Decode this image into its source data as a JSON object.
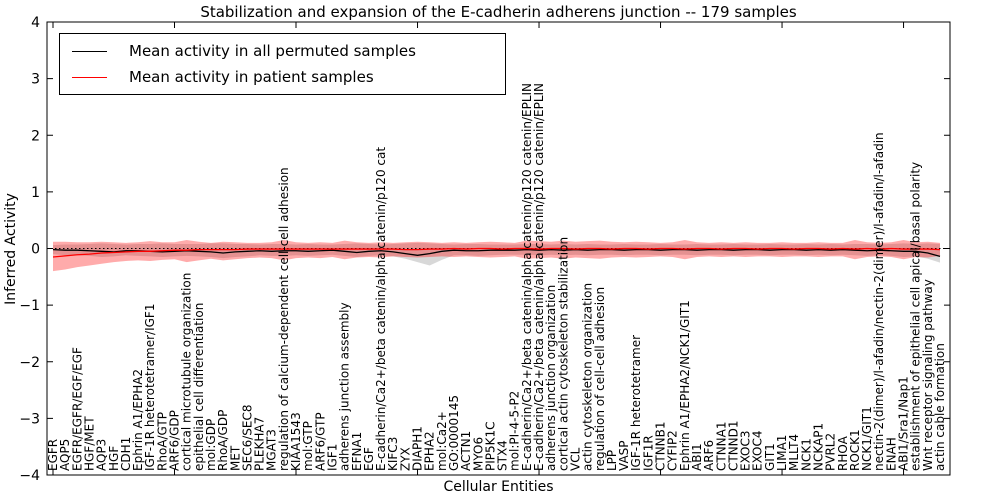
{
  "figure": {
    "title": "Stabilization and expansion of the E-cadherin adherens junction -- 179 samples",
    "xlabel": "Cellular Entities",
    "ylabel": "Inferred Activity"
  },
  "legend": {
    "items": [
      {
        "label": "Mean activity in all permuted samples",
        "color": "#000000"
      },
      {
        "label": "Mean activity in patient samples",
        "color": "#ff0000"
      }
    ]
  },
  "chart_data": {
    "type": "line",
    "title": "Stabilization and expansion of the E-cadherin adherens junction -- 179 samples",
    "xlabel": "Cellular Entities",
    "ylabel": "Inferred Activity",
    "ylim": [
      -4,
      4
    ],
    "yticks": [
      4,
      3,
      2,
      1,
      0,
      -1,
      -2,
      -3,
      -4
    ],
    "grid": false,
    "legend_position": "upper left",
    "zero_line_style": "dotted",
    "categories": [
      "EGFR",
      "AQP5",
      "EGFR/EGFR/EGF/EGF",
      "HGF/MET",
      "AQP3",
      "HGF",
      "CDH1",
      "Ephrin A1/EPHA2",
      "IGF-1R heterotetramer/IGF1",
      "RhoA/GTP",
      "ARF6/GDP",
      "cortical microtubule organization",
      "epithelial cell differentiation",
      "mol:GDP",
      "RhoA/GDP",
      "MET",
      "SEC6/SEC8",
      "PLEKHA7",
      "MGAT3",
      "regulation of calcium-dependent cell-cell adhesion",
      "KIAA1543",
      "mol:GTP",
      "ARF6/GTP",
      "IGF1",
      "adherens junction assembly",
      "EFNA1",
      "EGF",
      "E-cadherin/Ca2+/beta catenin/alpha catenin/p120 cat",
      "KIFC3",
      "ZYX",
      "DIAPH1",
      "EPHA2",
      "mol:Ca2+",
      "GO:0000145",
      "ACTN1",
      "MYO6",
      "PIP5K1C",
      "STX4",
      "mol:PI-4-5-P2",
      "E-cadherin/Ca2+/beta catenin/alpha catenin/p120 catenin/EPLIN",
      "E-cadherin/Ca2+/beta catenin/alpha catenin/p120 catenin/EPLIN",
      "adherens junction organization",
      "cortical actin cytoskeleton stabilization",
      "VCL",
      "actin cytoskeleton organization",
      "regulation of cell-cell adhesion",
      "LPP",
      "VASP",
      "IGF-1R heterotetramer",
      "IGF1R",
      "CTNNB1",
      "CYFIP2",
      "Ephrin A1/EPHA2/NCK1/GIT1",
      "ABI1",
      "ARF6",
      "CTNNA1",
      "CTNND1",
      "EXOC3",
      "EXOC4",
      "GIT1",
      "LIMA1",
      "MLLT4",
      "NCK1",
      "NCKAP1",
      "PVRL2",
      "RHOA",
      "ROCK1",
      "NCK1/GIT1",
      "nectin-2(dimer)/l-afadin/nectin-2(dimer)/l-afadin/l-afadin",
      "ENAH",
      "ABI1/Sra1/Nap1",
      "establishment of epithelial cell apical/basal polarity",
      "Wnt receptor signaling pathway",
      "actin cable formation"
    ],
    "series": [
      {
        "name": "Mean activity in all permuted samples",
        "color": "#000000",
        "values": [
          -0.02,
          -0.03,
          -0.03,
          -0.04,
          -0.05,
          -0.06,
          -0.04,
          -0.04,
          -0.05,
          -0.06,
          -0.05,
          -0.04,
          -0.05,
          -0.06,
          -0.08,
          -0.06,
          -0.05,
          -0.04,
          -0.05,
          -0.04,
          -0.04,
          -0.05,
          -0.04,
          -0.03,
          -0.05,
          -0.07,
          -0.05,
          -0.04,
          -0.06,
          -0.09,
          -0.12,
          -0.09,
          -0.05,
          -0.03,
          -0.04,
          -0.04,
          -0.03,
          -0.03,
          -0.03,
          -0.02,
          -0.03,
          -0.02,
          -0.03,
          -0.02,
          -0.03,
          -0.02,
          -0.02,
          -0.03,
          -0.02,
          -0.02,
          -0.03,
          -0.02,
          -0.02,
          -0.03,
          -0.02,
          -0.02,
          -0.03,
          -0.02,
          -0.02,
          -0.03,
          -0.02,
          -0.02,
          -0.03,
          -0.02,
          -0.03,
          -0.02,
          -0.03,
          -0.04,
          -0.03,
          -0.04,
          -0.05,
          -0.05,
          -0.08,
          -0.14
        ]
      },
      {
        "name": "Mean activity in patient samples",
        "color": "#ff0000",
        "values": [
          -0.15,
          -0.13,
          -0.11,
          -0.1,
          -0.08,
          -0.07,
          -0.06,
          -0.05,
          -0.05,
          -0.04,
          -0.03,
          -0.03,
          -0.02,
          -0.02,
          -0.02,
          -0.02,
          -0.01,
          -0.01,
          -0.01,
          -0.01,
          -0.01,
          -0.01,
          -0.01,
          -0.01,
          -0.01,
          -0.01,
          -0.01,
          -0.01,
          -0.01,
          -0.02,
          -0.02,
          -0.01,
          -0.01,
          0,
          -0.01,
          0,
          0,
          -0.01,
          0,
          0,
          -0.01,
          0,
          0,
          -0.01,
          0,
          0,
          -0.01,
          0,
          0,
          -0.01,
          0,
          0,
          -0.01,
          0,
          0,
          -0.01,
          0,
          0,
          -0.01,
          0,
          0,
          -0.01,
          0,
          0,
          -0.01,
          0,
          -0.01,
          0,
          -0.01,
          0,
          -0.01,
          -0.01,
          -0.01,
          -0.02
        ]
      }
    ],
    "bands": [
      {
        "name": "permuted samples std band",
        "color": "#999999",
        "opacity": 0.38,
        "upper": [
          0.06,
          0.07,
          0.07,
          0.08,
          0.09,
          0.08,
          0.07,
          0.08,
          0.08,
          0.09,
          0.08,
          0.08,
          0.08,
          0.09,
          0.09,
          0.08,
          0.08,
          0.07,
          0.08,
          0.08,
          0.07,
          0.08,
          0.07,
          0.07,
          0.08,
          0.09,
          0.08,
          0.07,
          0.08,
          0.09,
          0.1,
          0.09,
          0.08,
          0.07,
          0.08,
          0.08,
          0.07,
          0.07,
          0.07,
          0.08,
          0.08,
          0.07,
          0.08,
          0.07,
          0.08,
          0.07,
          0.07,
          0.08,
          0.07,
          0.07,
          0.08,
          0.07,
          0.07,
          0.08,
          0.07,
          0.07,
          0.08,
          0.07,
          0.07,
          0.08,
          0.07,
          0.07,
          0.08,
          0.07,
          0.08,
          0.07,
          0.08,
          0.08,
          0.07,
          0.08,
          0.09,
          0.08,
          0.09,
          0.08
        ],
        "lower": [
          -0.1,
          -0.12,
          -0.12,
          -0.13,
          -0.15,
          -0.14,
          -0.12,
          -0.13,
          -0.14,
          -0.15,
          -0.14,
          -0.13,
          -0.14,
          -0.15,
          -0.17,
          -0.15,
          -0.14,
          -0.12,
          -0.13,
          -0.13,
          -0.12,
          -0.13,
          -0.12,
          -0.11,
          -0.13,
          -0.15,
          -0.13,
          -0.12,
          -0.14,
          -0.18,
          -0.24,
          -0.3,
          -0.2,
          -0.12,
          -0.12,
          -0.13,
          -0.12,
          -0.11,
          -0.11,
          -0.11,
          -0.12,
          -0.11,
          -0.12,
          -0.11,
          -0.12,
          -0.11,
          -0.11,
          -0.12,
          -0.11,
          -0.11,
          -0.12,
          -0.11,
          -0.11,
          -0.12,
          -0.11,
          -0.11,
          -0.12,
          -0.11,
          -0.11,
          -0.12,
          -0.11,
          -0.11,
          -0.12,
          -0.11,
          -0.12,
          -0.11,
          -0.12,
          -0.13,
          -0.12,
          -0.13,
          -0.15,
          -0.14,
          -0.18,
          -0.25
        ]
      },
      {
        "name": "patient samples std band",
        "color": "#ff0000",
        "opacity": 0.33,
        "upper": [
          0.12,
          0.12,
          0.11,
          0.11,
          0.12,
          0.11,
          0.1,
          0.11,
          0.13,
          0.11,
          0.11,
          0.15,
          0.12,
          0.1,
          0.12,
          0.11,
          0.1,
          0.1,
          0.11,
          0.15,
          0.11,
          0.1,
          0.11,
          0.1,
          0.14,
          0.11,
          0.1,
          0.11,
          0.1,
          0.11,
          0.12,
          0.11,
          0.1,
          0.11,
          0.1,
          0.11,
          0.12,
          0.11,
          0.1,
          0.14,
          0.13,
          0.12,
          0.14,
          0.12,
          0.13,
          0.14,
          0.12,
          0.11,
          0.12,
          0.11,
          0.1,
          0.11,
          0.15,
          0.11,
          0.1,
          0.11,
          0.1,
          0.11,
          0.1,
          0.1,
          0.11,
          0.1,
          0.1,
          0.11,
          0.1,
          0.1,
          0.15,
          0.11,
          0.1,
          0.11,
          0.15,
          0.11,
          0.12,
          0.1
        ],
        "lower": [
          -0.4,
          -0.37,
          -0.33,
          -0.3,
          -0.27,
          -0.24,
          -0.22,
          -0.21,
          -0.22,
          -0.2,
          -0.19,
          -0.24,
          -0.21,
          -0.18,
          -0.21,
          -0.19,
          -0.17,
          -0.16,
          -0.17,
          -0.21,
          -0.17,
          -0.16,
          -0.17,
          -0.15,
          -0.19,
          -0.16,
          -0.15,
          -0.16,
          -0.14,
          -0.15,
          -0.16,
          -0.15,
          -0.14,
          -0.15,
          -0.14,
          -0.15,
          -0.16,
          -0.15,
          -0.14,
          -0.18,
          -0.17,
          -0.16,
          -0.18,
          -0.16,
          -0.17,
          -0.18,
          -0.16,
          -0.15,
          -0.16,
          -0.15,
          -0.14,
          -0.15,
          -0.19,
          -0.15,
          -0.14,
          -0.15,
          -0.14,
          -0.15,
          -0.14,
          -0.14,
          -0.15,
          -0.14,
          -0.14,
          -0.15,
          -0.14,
          -0.14,
          -0.19,
          -0.15,
          -0.14,
          -0.15,
          -0.19,
          -0.15,
          -0.16,
          -0.13
        ]
      }
    ]
  }
}
